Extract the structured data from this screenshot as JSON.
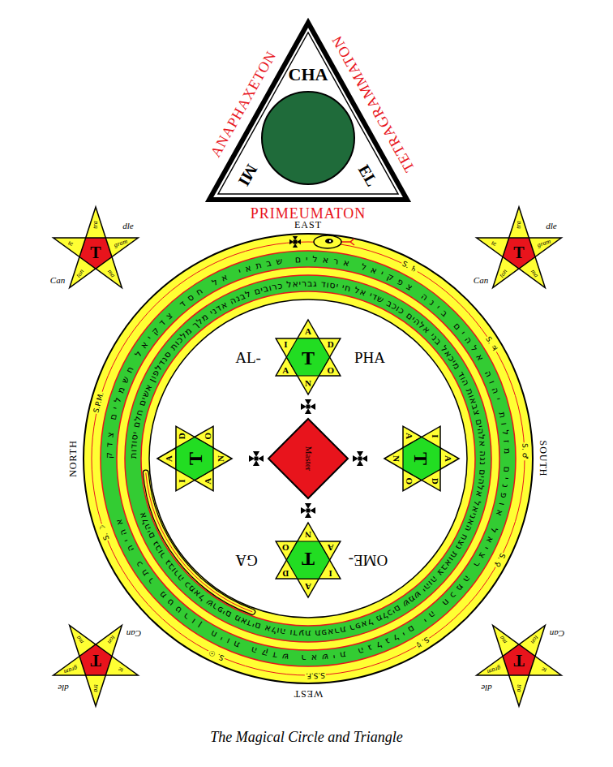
{
  "diagram": {
    "caption": "The Magical Circle and Triangle",
    "nodes": [
      {
        "text": [
          "ANAPHAXETON",
          "TETRAGRAMMATON",
          "CHA",
          "MI",
          "EL",
          "PRIMEUMATON"
        ]
      },
      {
        "text": [
          "T",
          "te",
          "tra",
          "gram",
          "ma",
          "ton",
          "Can",
          "dle"
        ]
      },
      {
        "text": [
          "T",
          "te",
          "tra",
          "gram",
          "ma",
          "ton",
          "Can",
          "dle"
        ]
      },
      {
        "text": [
          "אהיה כתר מטטרון חיות הקדש ראשית הגלגלים יה חכמה רציאל אופנים מזלות יהוה אלהים בינה צפקיאל אראלים שבתאי אל חסד צדקיאל חשמלים צדק",
          "אלהים גבור גבורה כמאל שרפים מאדים אלוה ודעת תפארת רפאל מלכים שמש יהוה צבאות נצח האניאל אלהים נגה אלהים צבאות הוד מיכאל בני אלהים כוכב שדי אל חי יסוד גבריאל כרובים לבנה אדני מלך מלכות סנדלפון אשים חלם יסודות"
        ]
      },
      {
        "text": [
          "AL-",
          "PHA",
          "T",
          "A",
          "D",
          "O",
          "N",
          "A",
          "I"
        ],
        "in": 3
      },
      {
        "text": [
          "T",
          "A",
          "D",
          "O",
          "N",
          "A",
          "I"
        ],
        "in": 3
      },
      {
        "text": [
          "Master"
        ],
        "in": 3
      },
      {
        "text": [
          "T",
          "A",
          "D",
          "O",
          "N",
          "A",
          "I"
        ],
        "in": 3
      },
      {
        "text": [
          "OME-",
          "GA",
          "T",
          "A",
          "D",
          "O",
          "N",
          "A",
          "I"
        ],
        "in": 3
      },
      {
        "text": [
          "T",
          "te",
          "tra",
          "gram",
          "ma",
          "ton",
          "Can",
          "dle"
        ]
      },
      {
        "text": [
          "T",
          "te",
          "tra",
          "gram",
          "ma",
          "ton",
          "Can",
          "dle"
        ]
      }
    ],
    "labels": [
      "EAST",
      "NORTH",
      "SOUTH",
      "WEST",
      "S.P.M.",
      "S. ♄",
      "S. ♃",
      "S. ♂",
      "S. ♀",
      "S. ☿",
      "S. ☉",
      "S.S.F.",
      "S. ☽"
    ]
  }
}
